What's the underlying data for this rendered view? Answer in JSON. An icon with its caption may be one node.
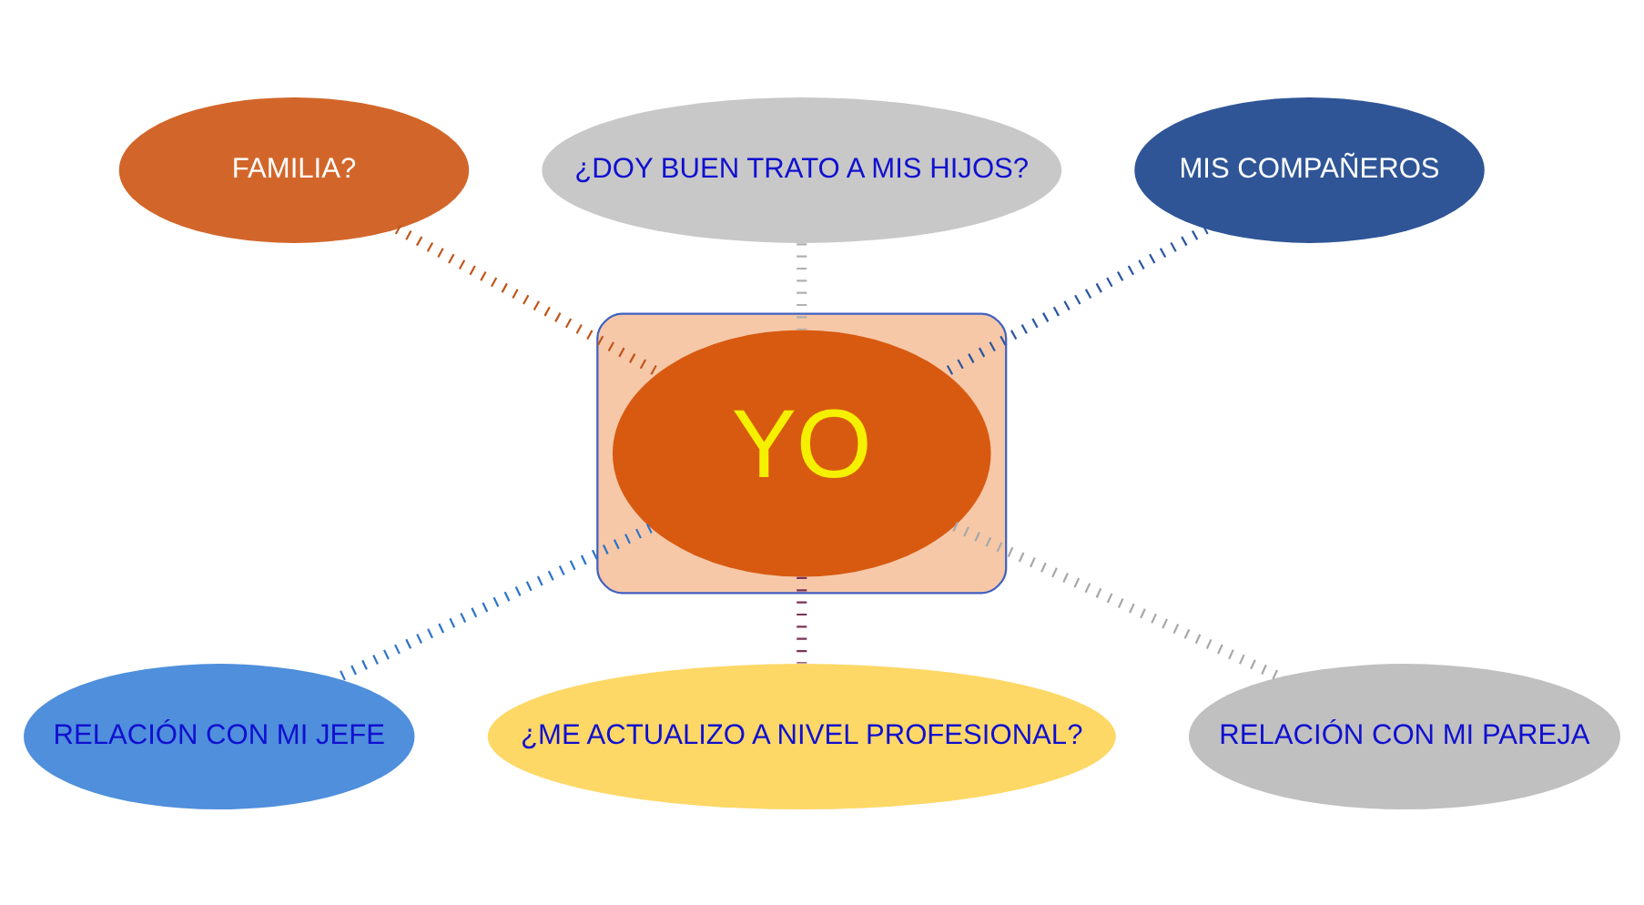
{
  "diagram": {
    "nodes": [
      {
        "text": [
          "FAMILIA?"
        ]
      },
      {
        "text": [
          "¿DOY BUEN TRATO A MIS HIJOS?"
        ]
      },
      {
        "text": [
          "MIS COMPAÑEROS"
        ]
      },
      {
        "text": [
          "RELACIÓN CON MI JEFE"
        ]
      },
      {
        "text": [],
        "shape": "ellipse"
      },
      {
        "text": [
          "YO"
        ],
        "in": 4
      },
      {
        "text": [
          "¿ME ACTUALIZO A NIVEL PROFESIONAL?"
        ]
      },
      {
        "text": [
          "RELACIÓN CON MI PAREJA"
        ]
      }
    ],
    "edges": [
      {
        "from": 0,
        "to": 5,
        "arrow": "none",
        "color": "#c0561c"
      },
      {
        "from": 1,
        "to": 5,
        "arrow": "none",
        "color": "#b0b0b0"
      },
      {
        "from": 2,
        "to": 5,
        "arrow": "none",
        "color": "#2a55a0"
      },
      {
        "from": 5,
        "to": 3,
        "arrow": "none",
        "color": "#2e74c8"
      },
      {
        "from": 5,
        "to": 6,
        "arrow": "none",
        "color": "#7a3358"
      },
      {
        "from": 5,
        "to": 7,
        "arrow": "none",
        "color": "#a8a8a8"
      }
    ]
  }
}
